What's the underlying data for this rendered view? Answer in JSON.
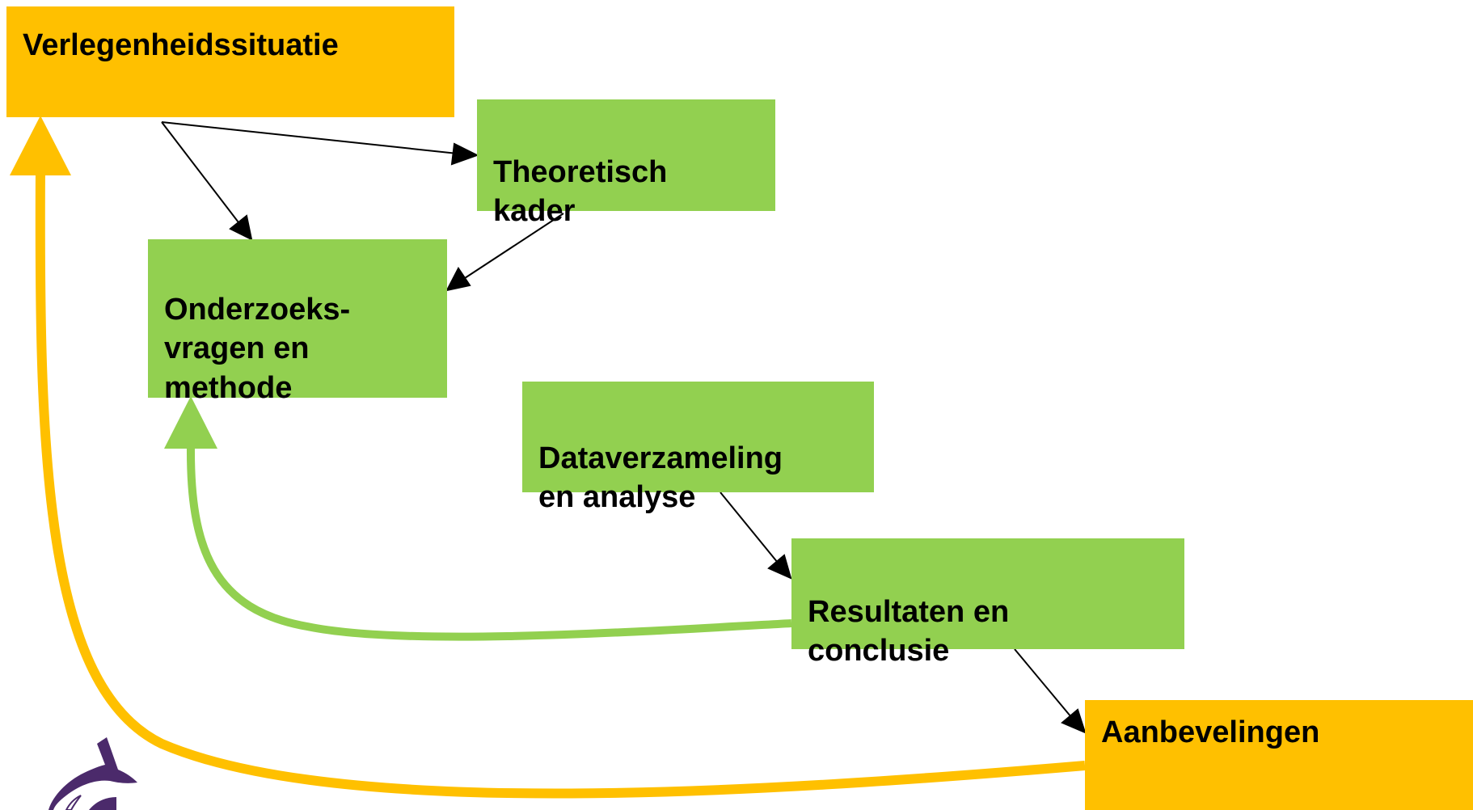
{
  "diagram": {
    "nodes": {
      "verlegenheid": {
        "label": "Verlegenheidssituatie",
        "color": "#ffc000"
      },
      "theoretisch": {
        "label": "Theoretisch\nkader",
        "color": "#92d050"
      },
      "onderzoeks": {
        "label": "Onderzoeks-\nvragen en\nmethode",
        "color": "#92d050"
      },
      "data": {
        "label": "Dataverzameling\nen analyse",
        "color": "#92d050"
      },
      "resultaten": {
        "label": "Resultaten en\nconclusie",
        "color": "#92d050"
      },
      "aanbevelingen": {
        "label": "Aanbevelingen",
        "color": "#ffc000"
      }
    },
    "edges": [
      {
        "from": "verlegenheid",
        "to": "theoretisch",
        "style": "thin"
      },
      {
        "from": "verlegenheid",
        "to": "onderzoeks",
        "style": "thin"
      },
      {
        "from": "theoretisch",
        "to": "onderzoeks",
        "style": "thin"
      },
      {
        "from": "data",
        "to": "resultaten",
        "style": "thin"
      },
      {
        "from": "resultaten",
        "to": "aanbevelingen",
        "style": "thin"
      },
      {
        "from": "resultaten",
        "to": "onderzoeks",
        "style": "feedback",
        "color": "#92d050"
      },
      {
        "from": "aanbevelingen",
        "to": "verlegenheid",
        "style": "feedback",
        "color": "#ffc000"
      }
    ]
  },
  "logo": {
    "icon": "shark-logo-icon",
    "color": "#4b2a6b"
  }
}
